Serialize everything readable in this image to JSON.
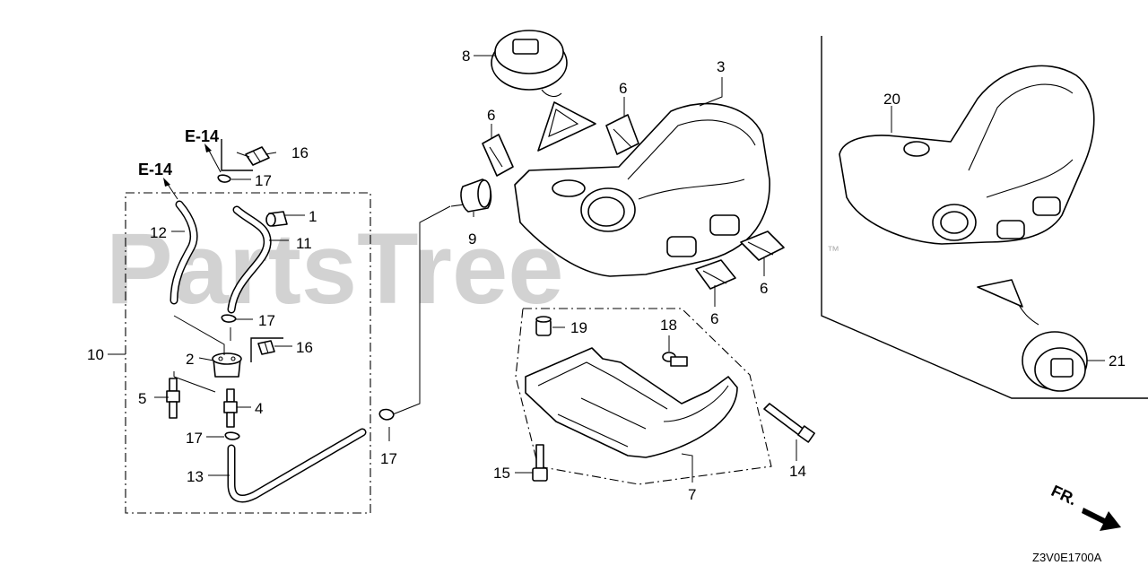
{
  "diagram": {
    "references": {
      "e14_upper": "E-14",
      "e14_lower": "E-14"
    },
    "callouts": {
      "p1": "1",
      "p2": "2",
      "p3": "3",
      "p4": "4",
      "p5": "5",
      "p6a": "6",
      "p6b": "6",
      "p6c": "6",
      "p6d": "6",
      "p7": "7",
      "p8": "8",
      "p9": "9",
      "p10": "10",
      "p11": "11",
      "p12": "12",
      "p13": "13",
      "p14": "14",
      "p15": "15",
      "p16a": "16",
      "p16b": "16",
      "p17a": "17",
      "p17b": "17",
      "p17c": "17",
      "p17d": "17",
      "p18": "18",
      "p19": "19",
      "p20": "20",
      "p21": "21"
    },
    "direction_label": "FR.",
    "diagram_code": "Z3V0E1700A",
    "watermark": "PartsTree",
    "watermark_mark": "™"
  }
}
